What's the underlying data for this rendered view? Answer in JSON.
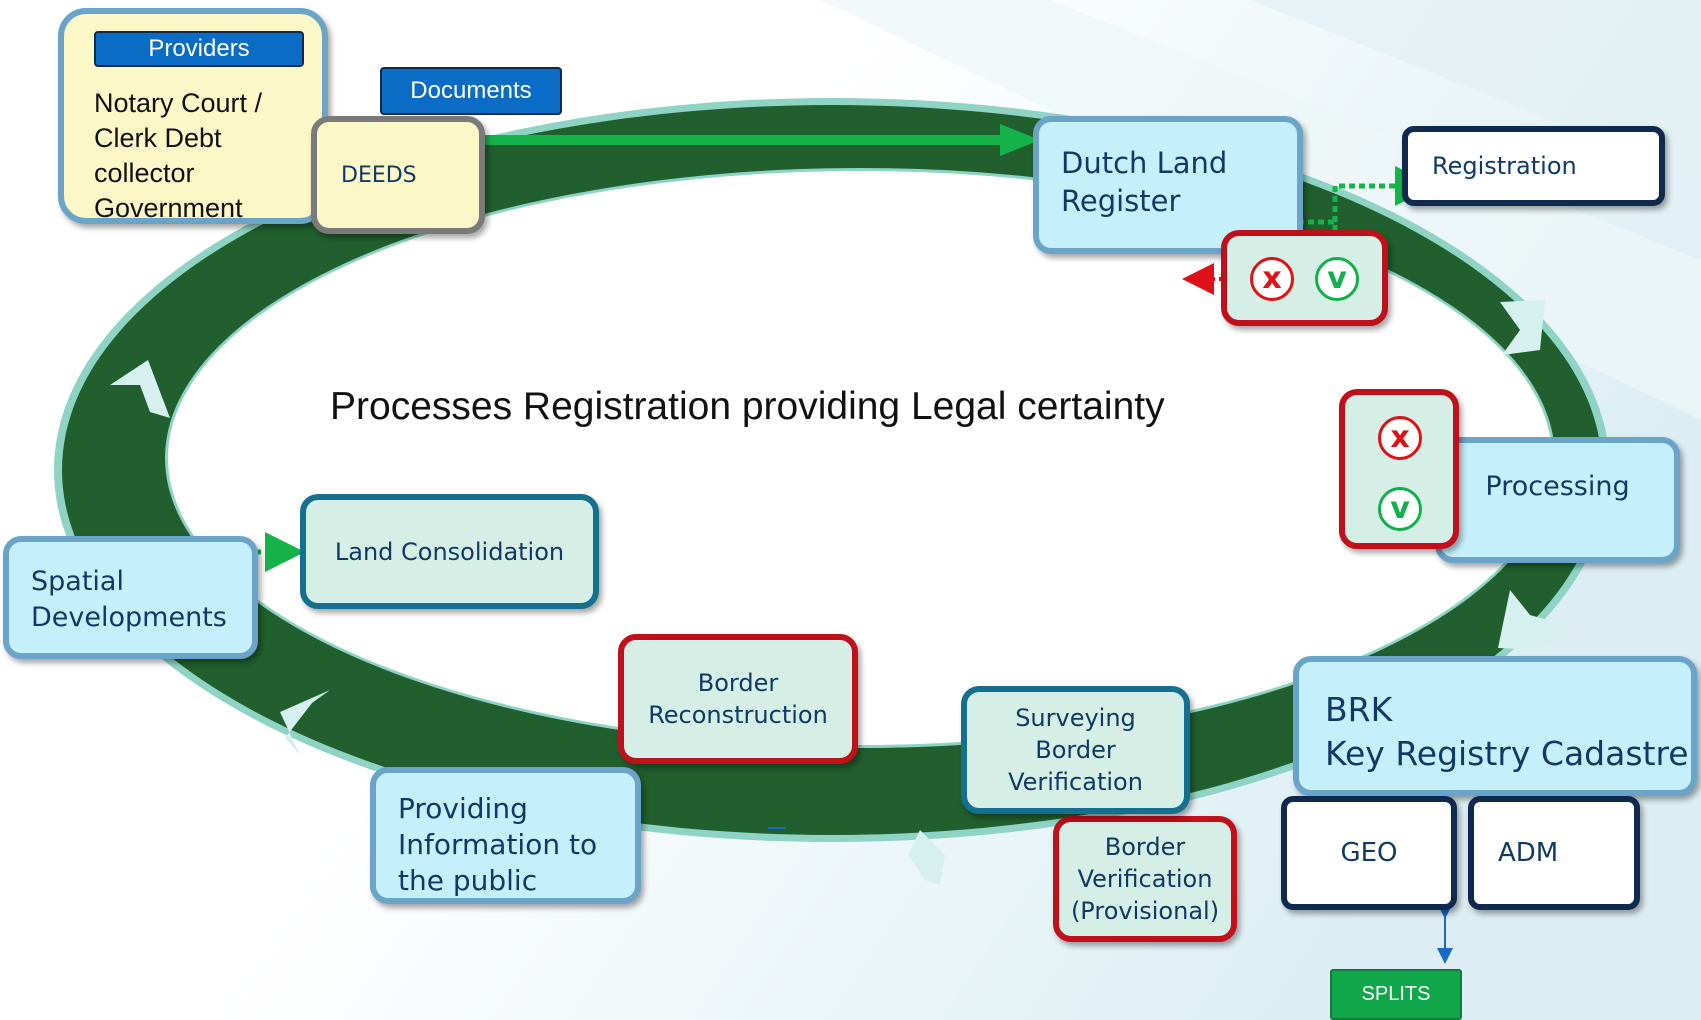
{
  "title": "Processes Registration providing Legal certainty",
  "providers": {
    "label": "Providers",
    "text": "Notary Court / Clerk Debt collector Government"
  },
  "documents": {
    "label": "Documents"
  },
  "deeds": {
    "label": "DEEDS"
  },
  "dutch_land_register": {
    "label": "Dutch Land Register"
  },
  "registration": {
    "label": "Registration"
  },
  "processing": {
    "label": "Processing"
  },
  "brk": {
    "line1": "BRK",
    "line2": "Key Registry Cadastre"
  },
  "geo": {
    "label": "GEO"
  },
  "adm": {
    "label": "ADM"
  },
  "splits": {
    "label": "SPLITS"
  },
  "border_verification": {
    "label": "Border Verification (Provisional)"
  },
  "surveying": {
    "label": "Surveying Border Verification"
  },
  "border_reconstruction": {
    "label": "Border Reconstruction"
  },
  "providing_info": {
    "label": "Providing Information to the public"
  },
  "spatial": {
    "label": "Spatial Developments"
  },
  "land_consolidation": {
    "label": "Land Consolidation"
  },
  "marks": {
    "reject": "x",
    "accept": "v"
  },
  "colors": {
    "ring": "#215f2e",
    "ring_edge": "#8fd3c4",
    "flow_arrow": "#16b34a",
    "reject": "#e01018",
    "accept": "#12b04a",
    "chip_blue": "#0a6cc4",
    "chip_green": "#10a64a"
  }
}
